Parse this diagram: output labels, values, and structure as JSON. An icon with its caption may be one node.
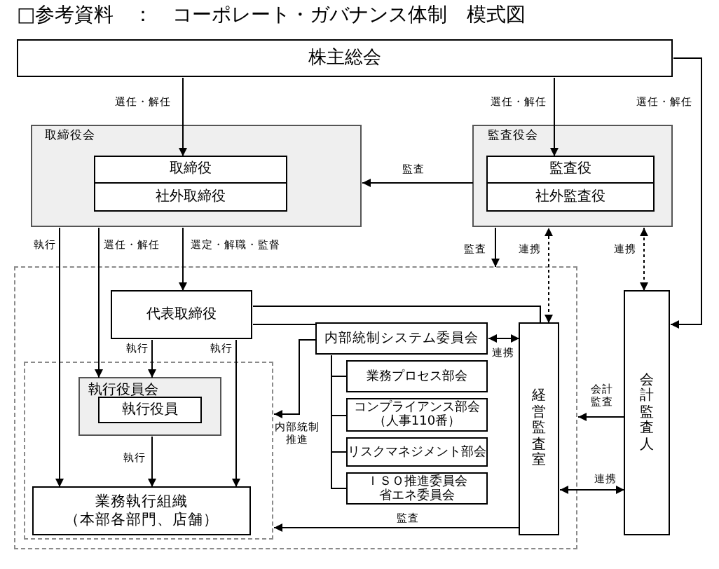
{
  "diagram": {
    "title": "□参考資料　：　コーポレート・ガバナンス体制　模式図",
    "nodes": [
      {
        "text": [
          "株主総会"
        ]
      },
      {
        "text": [
          "取締役会"
        ]
      },
      {
        "text": [
          "取締役"
        ],
        "in": 1
      },
      {
        "text": [
          "社外取締役"
        ],
        "in": 1
      },
      {
        "text": [
          "監査役会"
        ]
      },
      {
        "text": [
          "監査役"
        ],
        "in": 4
      },
      {
        "text": [
          "社外監査役"
        ],
        "in": 4
      },
      {
        "text": [],
        "shape": "box"
      },
      {
        "text": [
          "代表取締役"
        ],
        "in": 7
      },
      {
        "text": [],
        "shape": "box",
        "in": 7
      },
      {
        "text": [
          "執行役員会"
        ],
        "in": 9
      },
      {
        "text": [
          "執行役員"
        ],
        "in": 10
      },
      {
        "text": [
          "業務執行組織",
          "（本部各部門、店舗）"
        ],
        "in": 9
      },
      {
        "text": [
          "内部統制システム委員会"
        ],
        "in": 7
      },
      {
        "text": [
          "業務プロセス部会"
        ],
        "in": 7
      },
      {
        "text": [
          "コンプライアンス部会",
          "（人事110番）"
        ],
        "in": 7
      },
      {
        "text": [
          "リスクマネジメント部会"
        ],
        "in": 7
      },
      {
        "text": [
          "ＩＳＯ推進委員会",
          "省エネ委員会"
        ],
        "in": 7
      },
      {
        "text": [
          "経営監査室"
        ],
        "in": 7
      },
      {
        "text": [
          "会計監査人"
        ]
      }
    ],
    "edges": [
      {
        "from": 0,
        "to": 2,
        "arrow": "to",
        "label": "選任・解任"
      },
      {
        "from": 0,
        "to": 5,
        "arrow": "to",
        "label": "選任・解任"
      },
      {
        "from": 0,
        "to": 19,
        "arrow": "to",
        "label": "選任・解任"
      },
      {
        "from": 4,
        "to": 1,
        "arrow": "to",
        "label": "監査"
      },
      {
        "from": 4,
        "to": 7,
        "arrow": "to",
        "label": "監査"
      },
      {
        "from": 18,
        "to": 4,
        "arrow": "both",
        "label": "連携",
        "style": "dashed"
      },
      {
        "from": 19,
        "to": 4,
        "arrow": "both",
        "label": "連携",
        "style": "dashed"
      },
      {
        "from": 13,
        "to": 18,
        "arrow": "both",
        "label": "連携"
      },
      {
        "from": 19,
        "to": 7,
        "arrow": "to",
        "label": "会計監査"
      },
      {
        "from": 18,
        "to": 19,
        "arrow": "both",
        "label": "連携"
      },
      {
        "from": 1,
        "to": 12,
        "arrow": "to",
        "label": "執行"
      },
      {
        "from": 1,
        "to": 10,
        "arrow": "to",
        "label": "選任・解任"
      },
      {
        "from": 1,
        "to": 8,
        "arrow": "to",
        "label": "選定・解職・監督"
      },
      {
        "from": 8,
        "to": 10,
        "arrow": "to",
        "label": "執行"
      },
      {
        "from": 8,
        "to": 12,
        "arrow": "to",
        "label": "執行"
      },
      {
        "from": 10,
        "to": 12,
        "arrow": "to",
        "label": "執行"
      },
      {
        "from": 8,
        "to": 18,
        "arrow": "none"
      },
      {
        "from": 8,
        "to": 13,
        "arrow": "none"
      },
      {
        "from": 13,
        "to": 9,
        "arrow": "to",
        "label": "内部統制推進"
      },
      {
        "from": 13,
        "to": 14,
        "arrow": "none"
      },
      {
        "from": 13,
        "to": 15,
        "arrow": "none"
      },
      {
        "from": 13,
        "to": 16,
        "arrow": "none"
      },
      {
        "from": 13,
        "to": 17,
        "arrow": "none"
      },
      {
        "from": 18,
        "to": 9,
        "arrow": "to",
        "label": "監査"
      }
    ]
  }
}
